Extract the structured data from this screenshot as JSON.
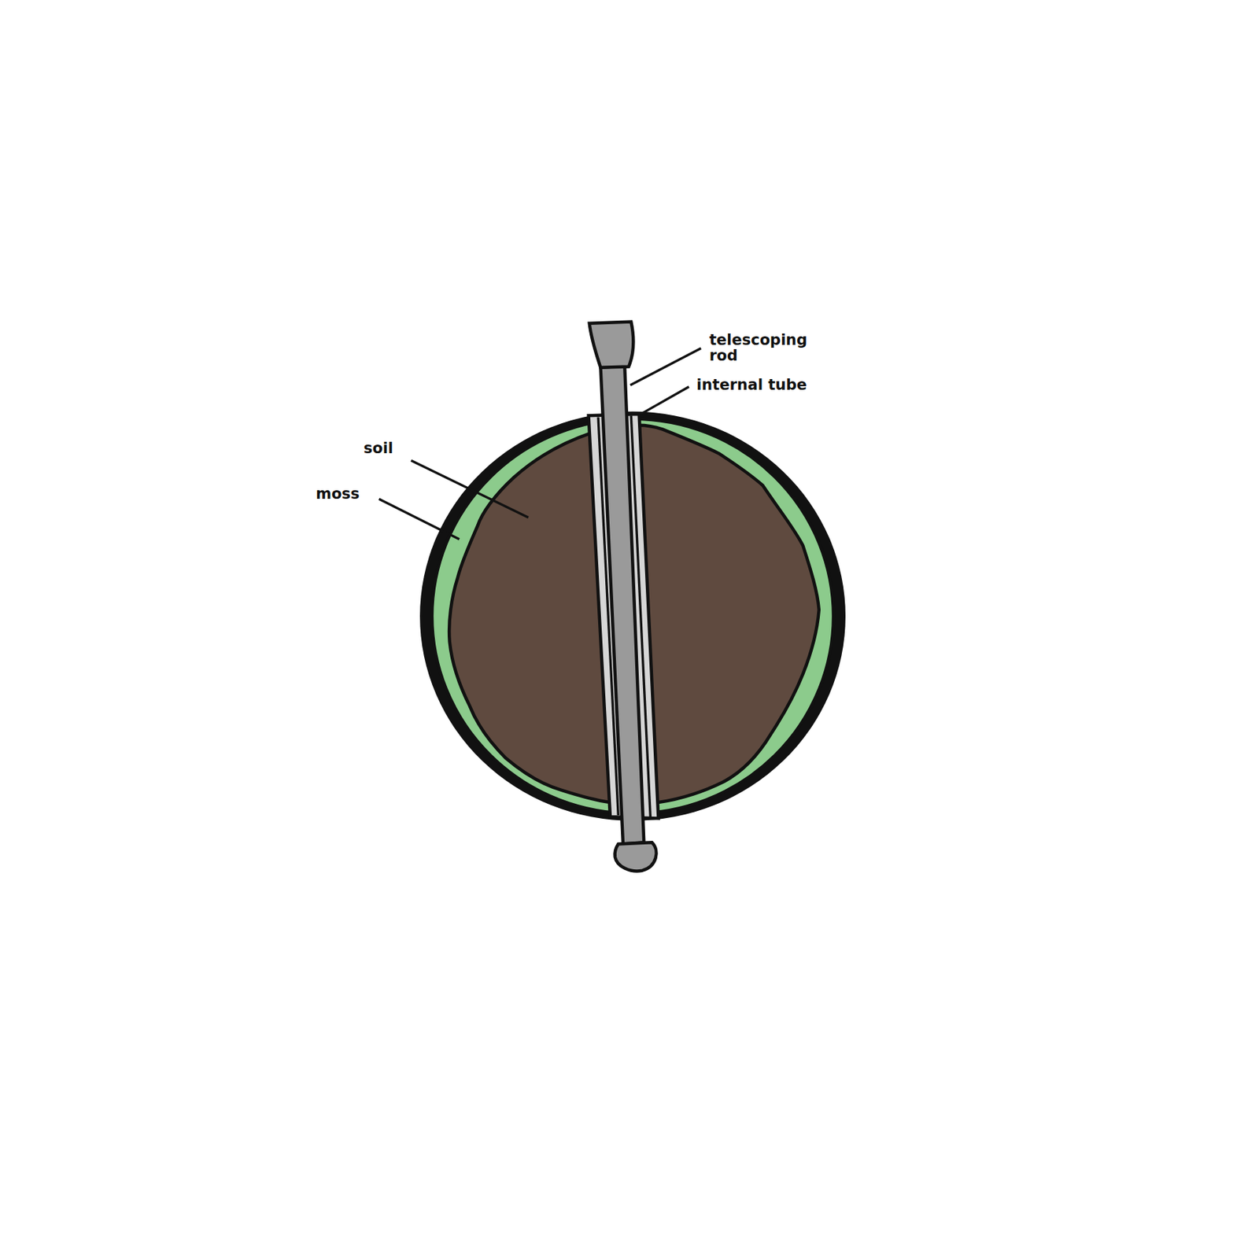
{
  "diagram": {
    "labels": [
      "telescoping rod",
      "internal tube",
      "soil",
      "moss"
    ]
  }
}
